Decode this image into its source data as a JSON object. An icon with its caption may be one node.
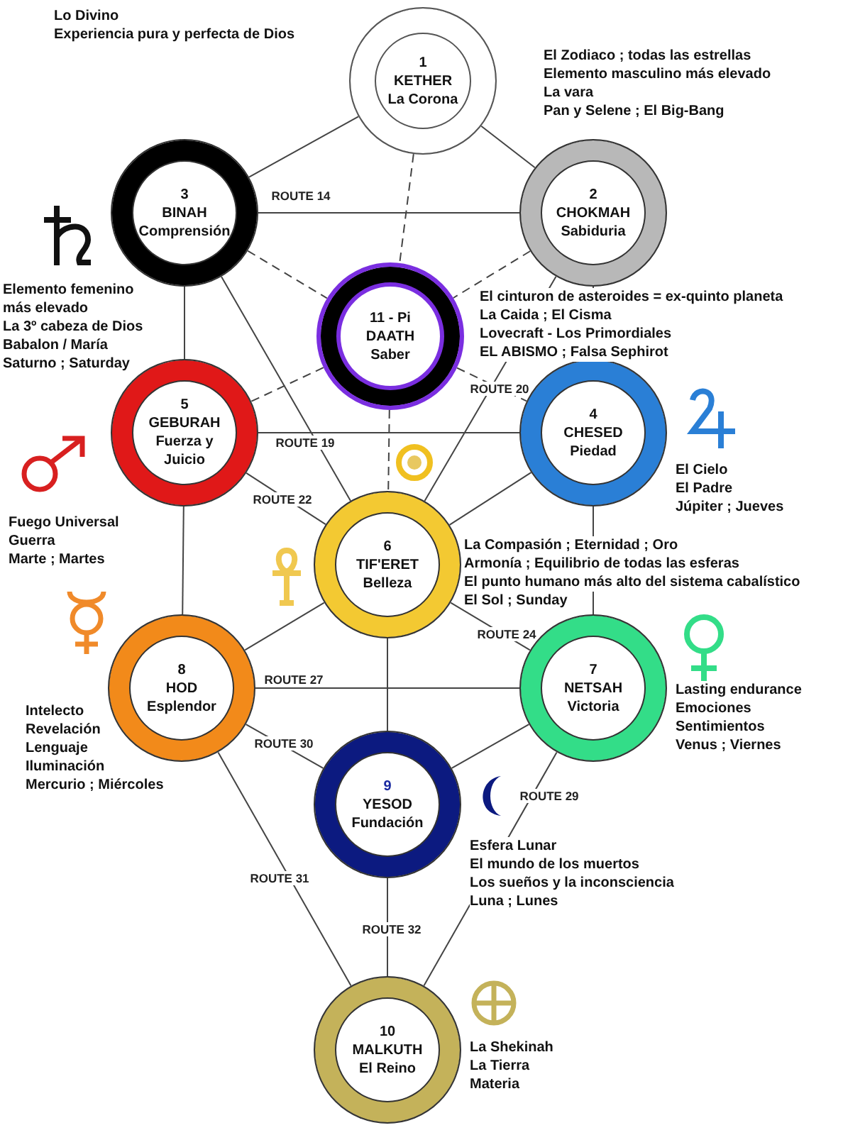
{
  "diagram": {
    "nodes": [
      {
        "text": [
          "1",
          "KETHER",
          "La Corona"
        ],
        "beside": [
          "Lo Divino",
          "Experiencia pura y perfecta de Dios"
        ]
      },
      {
        "text": [
          "3",
          "BINAH",
          "Comprensión"
        ],
        "beside": [
          "Elemento femenino más elevado",
          "La 3º cabeza de Dios",
          "Babalon / María",
          "Saturno ; Saturday"
        ]
      },
      {
        "text": [
          "2",
          "CHOKMAH",
          "Sabiduria"
        ],
        "beside": [
          "El Zodiaco ; todas las estrellas",
          "Elemento masculino más elevado",
          "La vara",
          "Pan y Selene ; El Big-Bang"
        ]
      },
      {
        "text": [
          "11 - Pi",
          "DAATH",
          "Saber"
        ],
        "beside": [
          "El cinturon de asteroides = ex-quinto planeta",
          "La Caida ; El Cisma",
          "Lovecraft - Los Primordiales",
          "EL ABISMO ; Falsa Sephirot"
        ]
      },
      {
        "text": [
          "5",
          "GEBURAH",
          "Fuerza y Juicio"
        ],
        "beside": [
          "Fuego Universal",
          "Guerra",
          "Marte ; Martes"
        ]
      },
      {
        "text": [
          "4",
          "CHESED",
          "Piedad"
        ],
        "beside": [
          "El Cielo",
          "El Padre",
          "Júpiter ; Jueves"
        ]
      },
      {
        "text": [
          "6",
          "TIF'ERET",
          "Belleza"
        ],
        "beside": [
          "La Compasión ; Eternidad ; Oro",
          "Armonía ; Equilibrio de todas las esferas",
          "El punto humano más alto del sistema cabalístico",
          "El Sol ; Sunday"
        ]
      },
      {
        "text": [
          "8",
          "HOD",
          "Esplendor"
        ],
        "beside": [
          "Intelecto",
          "Revelación",
          "Lenguaje",
          "Iluminación",
          "Mercurio ; Miércoles"
        ]
      },
      {
        "text": [
          "7",
          "NETSAH",
          "Victoria"
        ],
        "beside": [
          "Lasting endurance",
          "Emociones",
          "Sentimientos",
          "Venus ; Viernes"
        ]
      },
      {
        "text": [
          "9",
          "YESOD",
          "Fundación"
        ],
        "beside": [
          "Esfera Lunar",
          "El mundo de los muertos",
          "Los sueños y la inconsciencia",
          "Luna ; Lunes"
        ]
      },
      {
        "text": [
          "10",
          "MALKUTH",
          "El Reino"
        ],
        "beside": [
          "La Shekinah",
          "La Tierra",
          "Materia"
        ]
      }
    ],
    "edges": [
      {
        "from": 0,
        "to": 1,
        "arrow": "none"
      },
      {
        "from": 0,
        "to": 2,
        "arrow": "none"
      },
      {
        "from": 0,
        "to": 3,
        "arrow": "none",
        "style": "dashed"
      },
      {
        "from": 1,
        "to": 2,
        "arrow": "none",
        "label": "ROUTE 14"
      },
      {
        "from": 1,
        "to": 3,
        "arrow": "none",
        "style": "dashed"
      },
      {
        "from": 2,
        "to": 3,
        "arrow": "none",
        "style": "dashed"
      },
      {
        "from": 1,
        "to": 4,
        "arrow": "none"
      },
      {
        "from": 1,
        "to": 6,
        "arrow": "none"
      },
      {
        "from": 2,
        "to": 6,
        "arrow": "none"
      },
      {
        "from": 2,
        "to": 5,
        "arrow": "none"
      },
      {
        "from": 3,
        "to": 6,
        "arrow": "none",
        "style": "dashed"
      },
      {
        "from": 3,
        "to": 4,
        "arrow": "none",
        "style": "dashed"
      },
      {
        "from": 3,
        "to": 5,
        "arrow": "none",
        "style": "dashed",
        "label": "ROUTE 20"
      },
      {
        "from": 4,
        "to": 5,
        "arrow": "none",
        "label": "ROUTE 19"
      },
      {
        "from": 4,
        "to": 6,
        "arrow": "none",
        "label": "ROUTE 22"
      },
      {
        "from": 5,
        "to": 6,
        "arrow": "none"
      },
      {
        "from": 4,
        "to": 7,
        "arrow": "none"
      },
      {
        "from": 5,
        "to": 8,
        "arrow": "none"
      },
      {
        "from": 6,
        "to": 7,
        "arrow": "none"
      },
      {
        "from": 6,
        "to": 8,
        "arrow": "none",
        "label": "ROUTE 24"
      },
      {
        "from": 6,
        "to": 9,
        "arrow": "none"
      },
      {
        "from": 7,
        "to": 8,
        "arrow": "none",
        "label": "ROUTE 27"
      },
      {
        "from": 7,
        "to": 9,
        "arrow": "none",
        "label": "ROUTE 30"
      },
      {
        "from": 8,
        "to": 9,
        "arrow": "none"
      },
      {
        "from": 7,
        "to": 10,
        "arrow": "none",
        "label": "ROUTE 31"
      },
      {
        "from": 8,
        "to": 10,
        "arrow": "none",
        "label": "ROUTE 29"
      },
      {
        "from": 9,
        "to": 10,
        "arrow": "none",
        "label": "ROUTE 32"
      }
    ]
  }
}
